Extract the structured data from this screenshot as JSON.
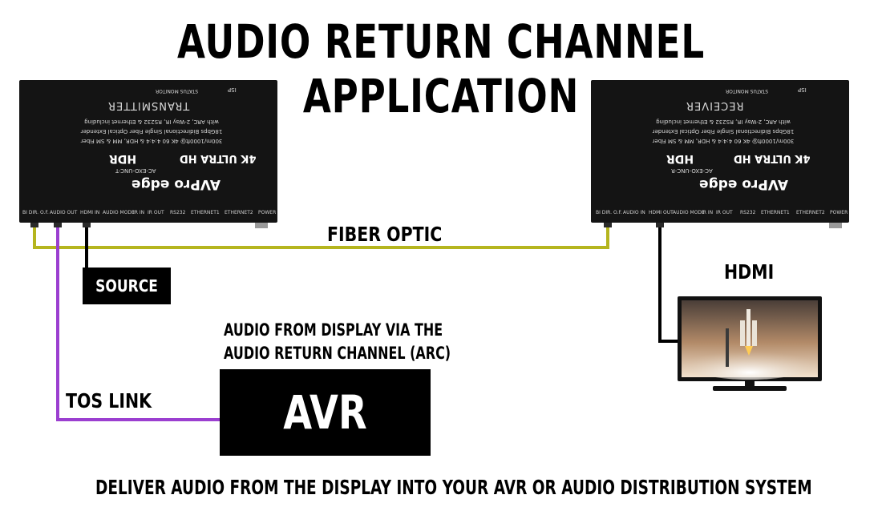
{
  "title": "AUDIO RETURN CHANNEL APPLICATION",
  "labels": {
    "fiber": "FIBER OPTIC",
    "hdmi": "HDMI",
    "tos": "TOS LINK",
    "arc_line1": "AUDIO FROM DISPLAY VIA THE",
    "arc_line2": "AUDIO RETURN CHANNEL (ARC)",
    "footer": "DELIVER AUDIO FROM THE DISPLAY INTO YOUR AVR OR AUDIO DISTRIBUTION SYSTEM"
  },
  "source": {
    "label": "SOURCE"
  },
  "avr": {
    "label": "AVR"
  },
  "transmitter": {
    "name": "TRANSMITTER",
    "model": "AC-EXO-UNC-T",
    "desc1": "300m/1000ft@ 4K 60 4:4:4 & HDR, MM & SM Fiber",
    "desc2": "18Gbps Bidirectional Single Fiber Optical Extender",
    "desc3": "with ARC, 2-Way IR, RS232 & Ethernet including",
    "brand": "AVPro edge",
    "badge_4k": "4K ULTRA HD",
    "badge_hdr": "HDR",
    "status": "STATUS MONITOR",
    "isp": "ISP",
    "ports": [
      "BI DIR. O.F.",
      "AUDIO OUT",
      "HDMI IN",
      "AUDIO MODE",
      "IR IN",
      "IR OUT",
      "RS232",
      "ETHERNET1",
      "ETHERNET2",
      "POWER"
    ]
  },
  "receiver": {
    "name": "RECEIVER",
    "model": "AC-EXO-UNC-R",
    "desc1": "300m/1000ft@ 4K 60 4:4:4 & HDR, MM & SM Fiber",
    "desc2": "18Gbps Bidirectional Single Fiber Optical Extender",
    "desc3": "with ARC, 2-Way IR, RS232 & Ethernet including",
    "brand": "AVPro edge",
    "badge_4k": "4K ULTRA HD",
    "badge_hdr": "HDR",
    "status": "STATUS MONITOR",
    "isp": "ISP",
    "ports": [
      "BI DIR. O.F.",
      "AUDIO IN",
      "HDMI OUT",
      "AUDIO MODE",
      "IR IN",
      "IR OUT",
      "RS232",
      "ETHERNET1",
      "ETHERNET2",
      "POWER"
    ]
  },
  "colors": {
    "fiber": "#b5b51e",
    "tos": "#9b3fd0",
    "hdmi": "#000000",
    "device": "#141414"
  }
}
